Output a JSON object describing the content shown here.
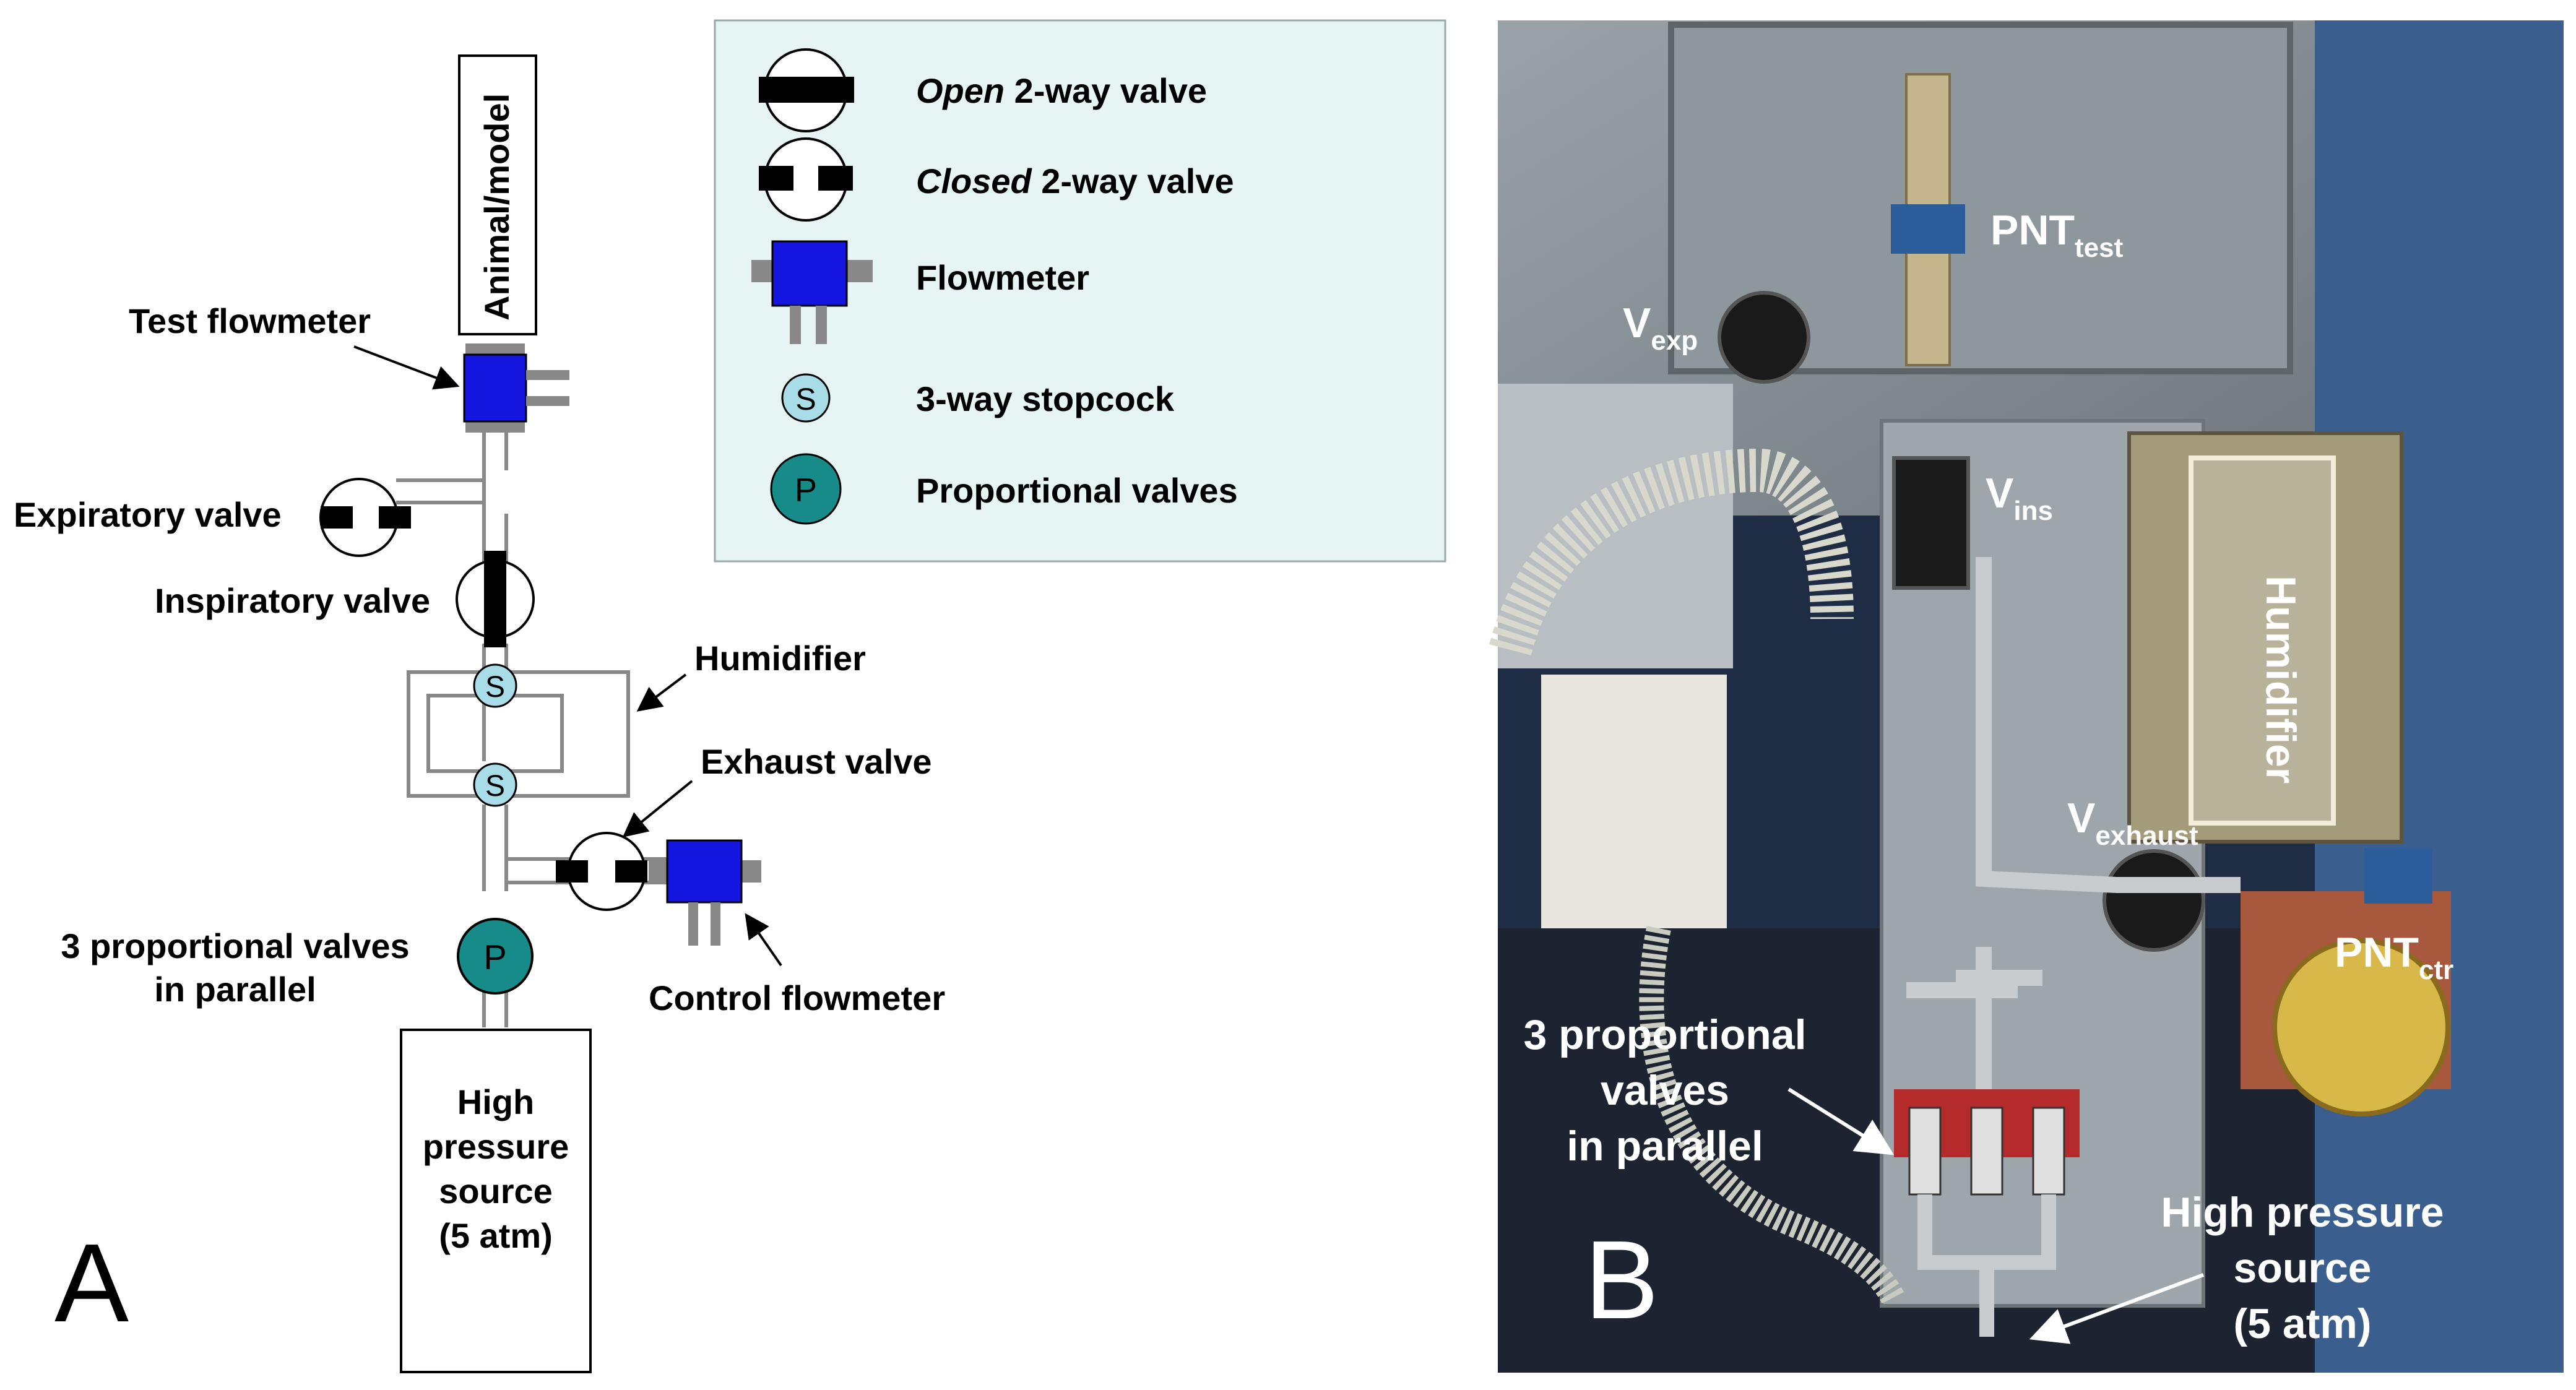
{
  "panel_a": {
    "letter": "A",
    "animal_model": "Animal/model",
    "test_flowmeter": "Test flowmeter",
    "expiratory_valve": "Expiratory valve",
    "inspiratory_valve": "Inspiratory valve",
    "humidifier": "Humidifier",
    "exhaust_valve": "Exhaust valve",
    "prop_valves_line1": "3 proportional valves",
    "prop_valves_line2": "in parallel",
    "control_flowmeter": "Control flowmeter",
    "source_line1": "High",
    "source_line2": "pressure",
    "source_line3": "source",
    "source_line4": "(5 atm)",
    "stopcock_symbol": "S",
    "proportional_symbol": "P"
  },
  "legend": {
    "open_italic": "Open",
    "open_rest": " 2-way valve",
    "closed_italic": "Closed",
    "closed_rest": " 2-way valve",
    "flowmeter": "Flowmeter",
    "stopcock": "3-way stopcock",
    "proportional": "Proportional valves",
    "stopcock_symbol": "S",
    "proportional_symbol": "P"
  },
  "panel_b": {
    "letter": "B",
    "pnt_test": "PNT",
    "pnt_test_sub": "test",
    "v_exp": "V",
    "v_exp_sub": "exp",
    "v_ins": "V",
    "v_ins_sub": "ins",
    "humidifier": "Humidifier",
    "v_exhaust": "V",
    "v_exhaust_sub": "exhaust",
    "pnt_ctr": "PNT",
    "pnt_ctr_sub": "ctr",
    "prop_line1": "3 proportional",
    "prop_line2": "valves",
    "prop_line3": "in parallel",
    "source_line1": "High pressure",
    "source_line2": "source",
    "source_line3": "(5 atm)"
  },
  "colors": {
    "flowmeter_blue": "#1515e0",
    "stopcock_fill": "#a8dce6",
    "proportional_fill": "#178a8a",
    "legend_bg": "#e6f4f4",
    "valve_black": "#000000",
    "pipe_gray": "#888888"
  }
}
